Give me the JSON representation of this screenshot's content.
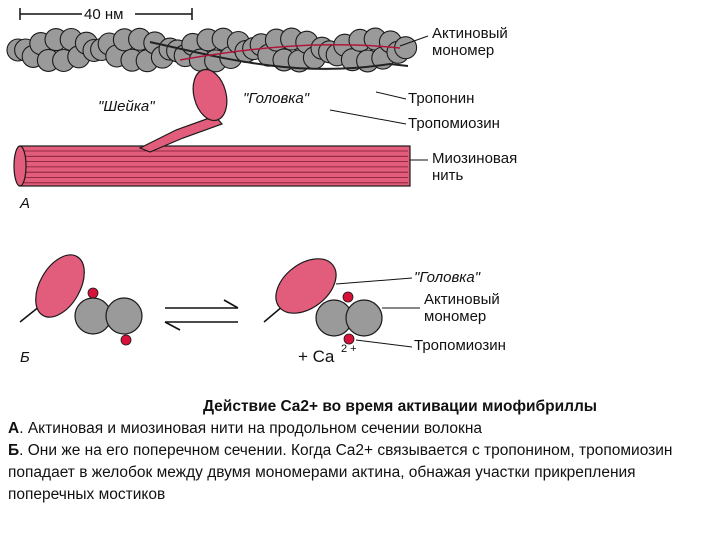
{
  "diagram": {
    "scale_label": "40 нм",
    "panel_a": {
      "letter": "А",
      "labels": {
        "actin_monomer_line1": "Актиновый",
        "actin_monomer_line2": "мономер",
        "troponin": "Тропонин",
        "tropomyosin": "Тропомиозин",
        "myosin_line1": "Миозиновая",
        "myosin_line2": "нить",
        "neck": "\"Шейка\"",
        "head": "\"Головка\""
      }
    },
    "panel_b": {
      "letter": "Б",
      "labels": {
        "head": "\"Головка\"",
        "actin_monomer_line1": "Актиновый",
        "actin_monomer_line2": "мономер",
        "tropomyosin": "Тропомиозин",
        "calcium_prefix": "+ Ca",
        "calcium_charge": "2 +"
      }
    },
    "colors": {
      "actin": "#9a9a9a",
      "myosin": "#e05a7a",
      "tropomyosin_dot": "#d6123a",
      "outline": "#1a1a1a"
    }
  },
  "caption": {
    "title": "Действие Ca2+ во время активации миофибриллы",
    "a_letter": "А",
    "a_text": ". Актиновая и миозиновая нити на продольном сечении волокна",
    "b_letter": "Б",
    "b_text": ". Они же на его поперечном сечении. Когда Ca2+ связывается с тропонином, тропомиозин попадает в желобок между двумя мономерами актина, обнажая участки прикрепления поперечных мостиков"
  }
}
